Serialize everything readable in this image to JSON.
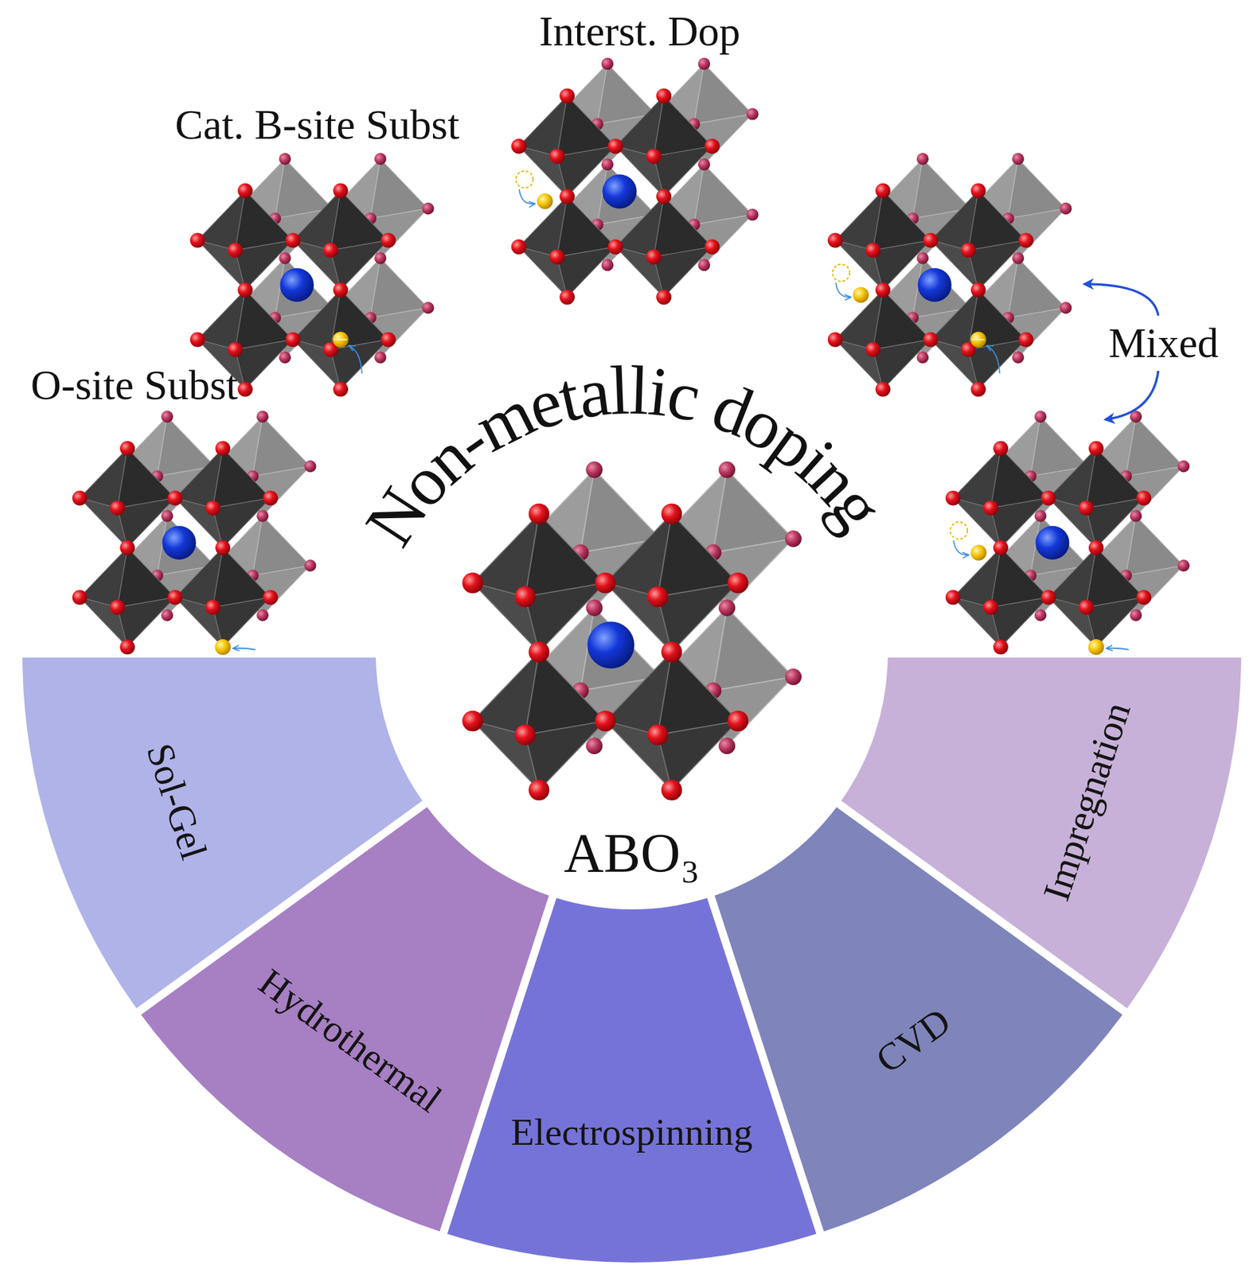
{
  "diagram": {
    "title": "Non-metallic doping",
    "nodes": [
      {
        "text": [
          "Sol-Gel"
        ]
      },
      {
        "text": [
          "Hydrothermal"
        ]
      },
      {
        "text": [
          "Electrospinning"
        ]
      },
      {
        "text": [
          "CVD"
        ]
      },
      {
        "text": [
          "Impregnation"
        ]
      }
    ],
    "labels": [
      "Interst. Dop",
      "Cat. B-site Subst",
      "Mixed",
      "O-site Subst",
      "ABO₃"
    ]
  }
}
